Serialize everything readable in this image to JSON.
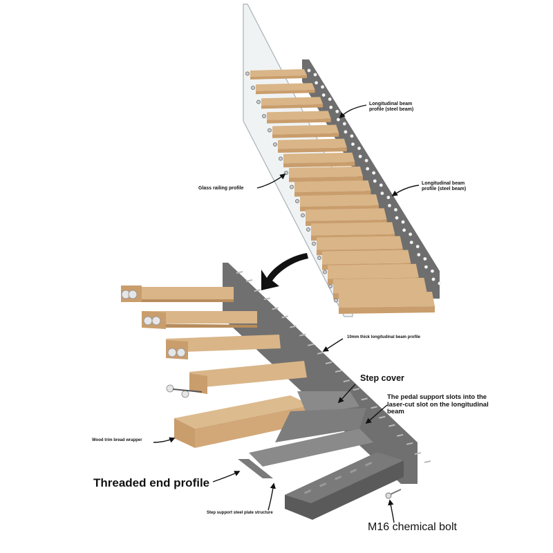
{
  "labels": {
    "longitudinal_beam_1": "Longitudinal beam profile (steel beam)",
    "longitudinal_beam_2": "Longitudinal beam profile (steel beam)",
    "glass_railing": "Glass railing profile",
    "beam_10mm": "10mm thick longitudinal beam profile",
    "step_cover": "Step cover",
    "pedal_slots": "The pedal support slots into the laser-cut slot on the longitudinal beam",
    "wood_trim": "Wood trim bread wrapper",
    "threaded_end": "Threaded end profile",
    "step_support": "Step support steel plate structure",
    "chemical_bolt": "M16 chemical bolt"
  },
  "colors": {
    "steel": "#6e6e6e",
    "steel_dark": "#4f4f4f",
    "wood": "#d9b588",
    "wood_front": "#c99d6c",
    "glass": "#e9eef0",
    "arrow": "#111111"
  }
}
